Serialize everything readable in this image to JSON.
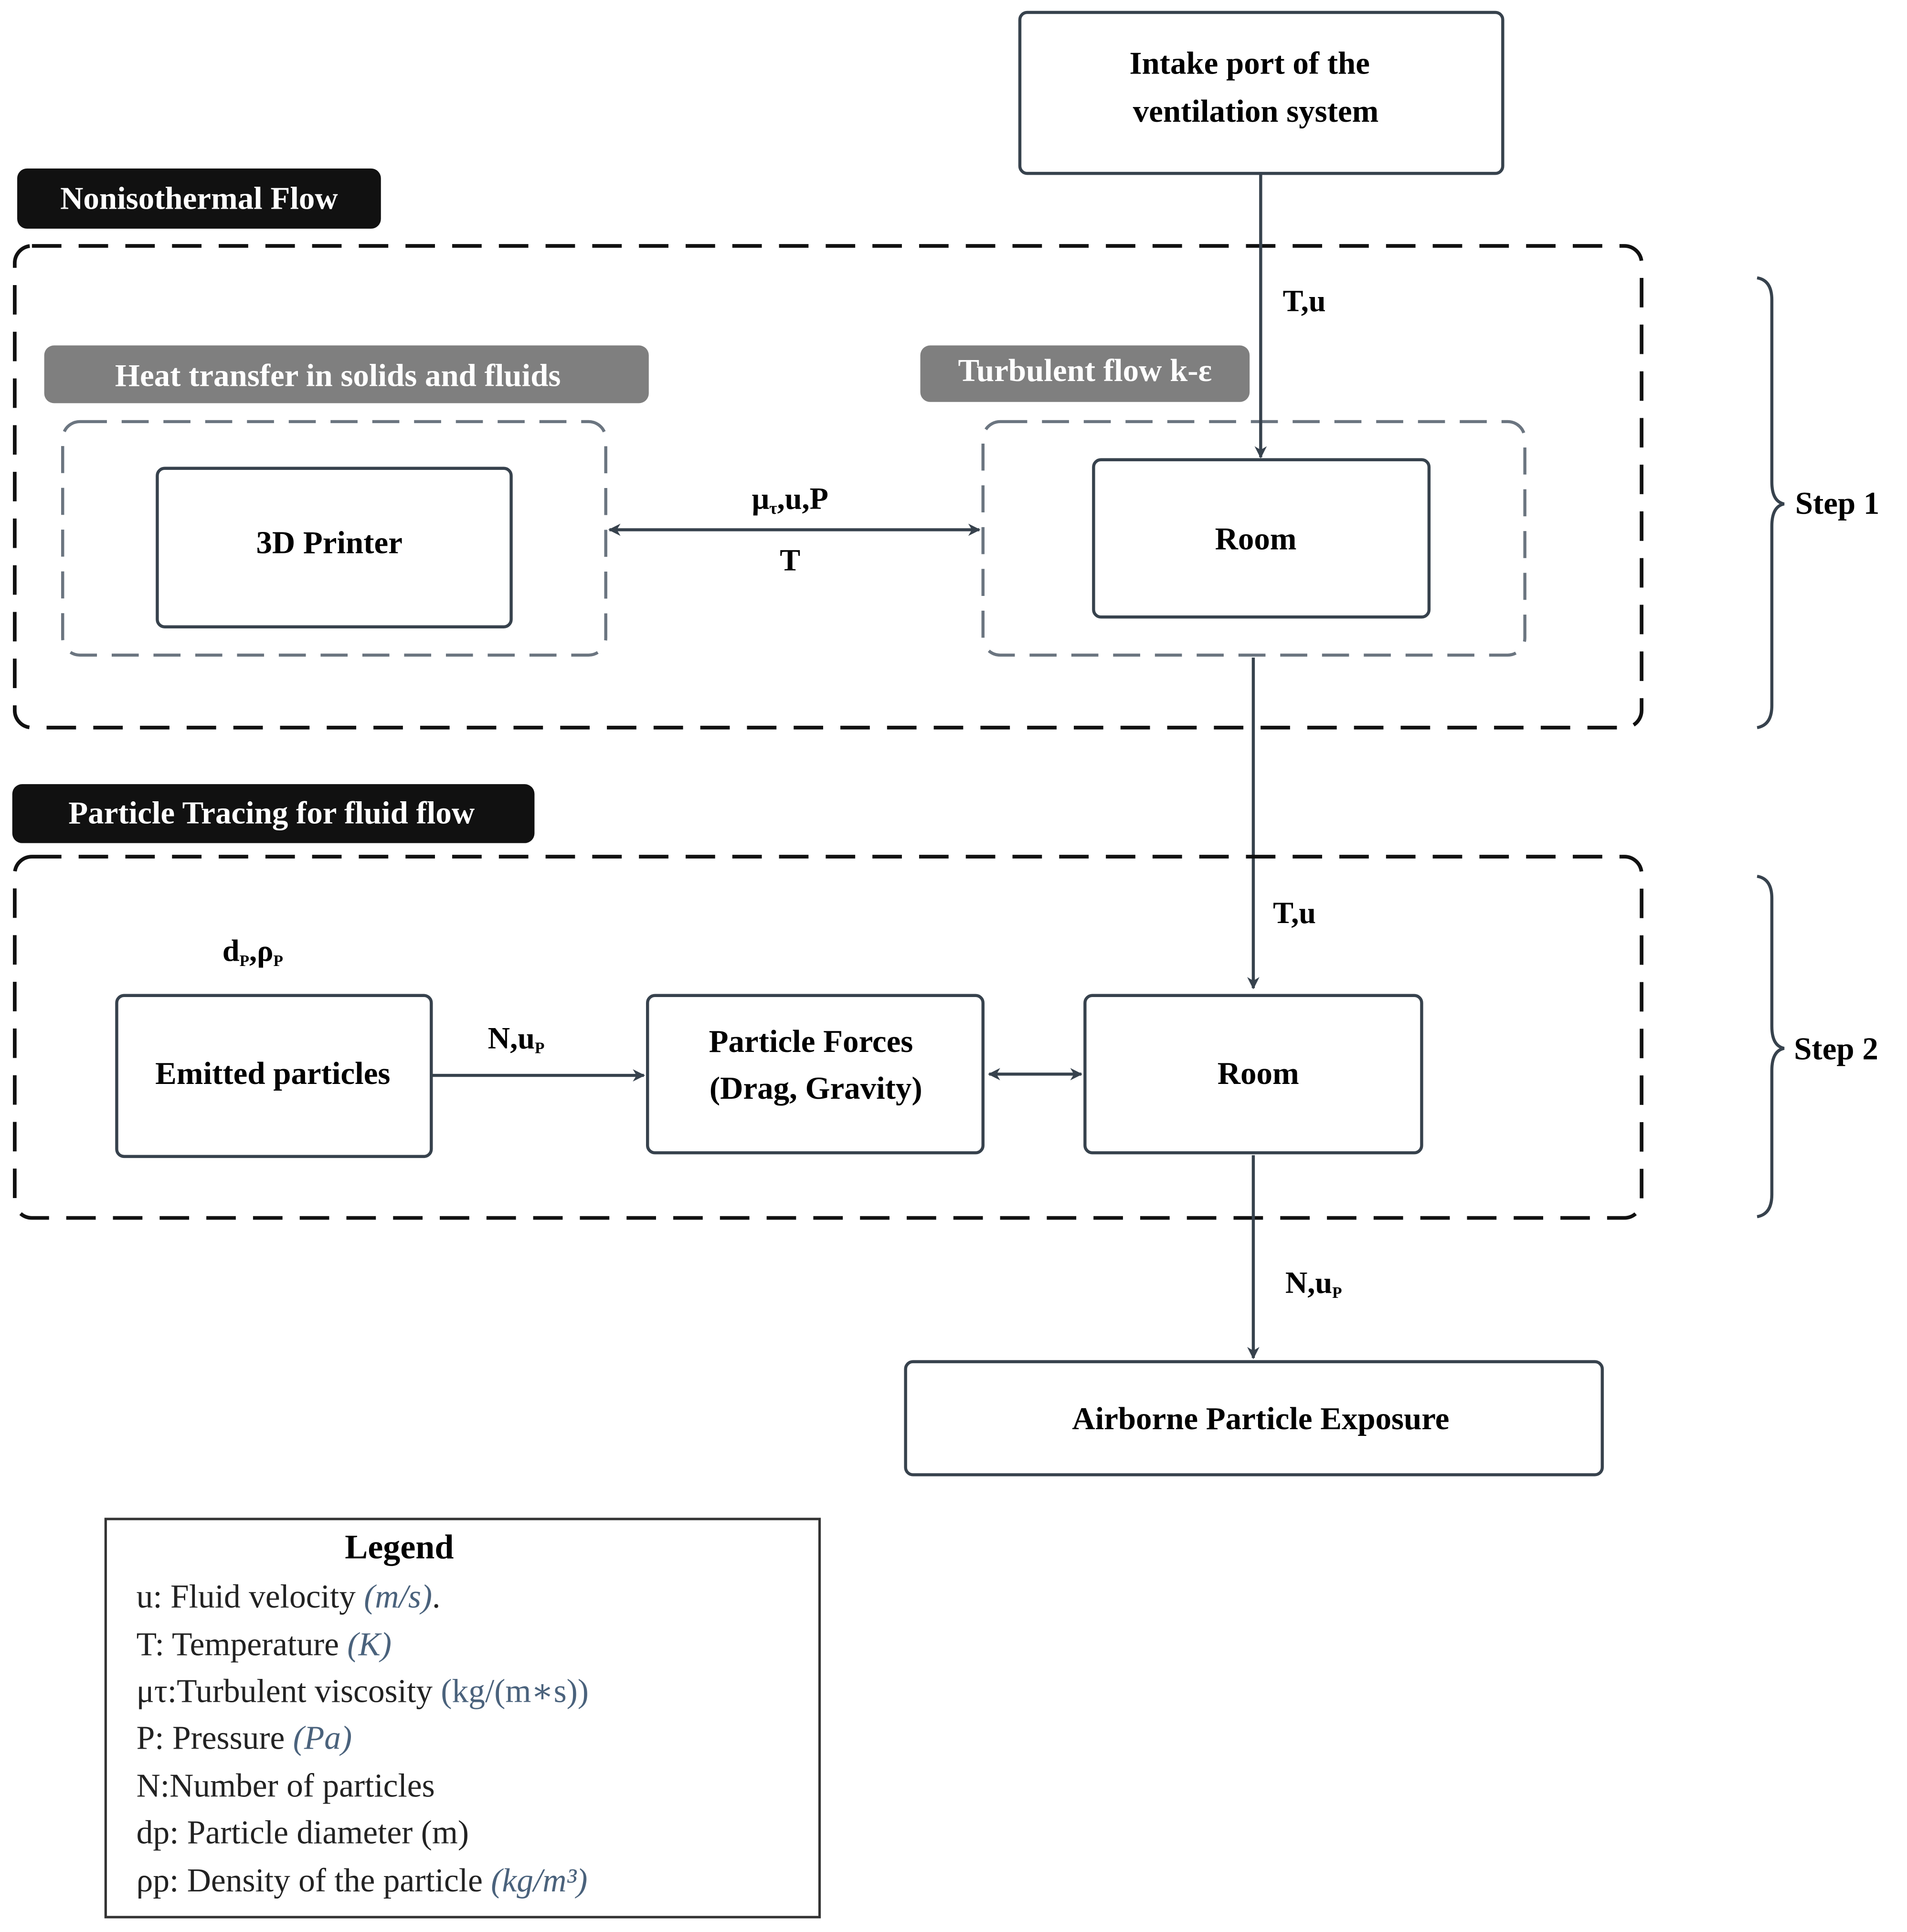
{
  "boxes": {
    "intake": [
      "Intake port of the",
      "ventilation system"
    ],
    "printer": "3D Printer",
    "room1": "Room",
    "emitted": "Emitted particles",
    "forces": [
      "Particle Forces",
      "(Drag, Gravity)"
    ],
    "room2": "Room",
    "exposure": "Airborne Particle Exposure"
  },
  "sections": {
    "nonisothermal": "Nonisothermal Flow",
    "particle_tracing": "Particle Tracing for fluid flow",
    "heat_transfer": "Heat transfer in solids and fluids",
    "turbulent": "Turbulent flow k-ε"
  },
  "steps": {
    "step1": "Step 1",
    "step2": "Step 2"
  },
  "arrow_labels": {
    "intake_room": "T,u",
    "coupling_top": {
      "a": "μ",
      "a_sub": "τ",
      "b": ",u,P"
    },
    "coupling_bottom": "T",
    "room_room2": "T,u",
    "emitted_params": {
      "a": "d",
      "a_sub": "P",
      "b": ",ρ",
      "b_sub": "P"
    },
    "emitted_forces": {
      "a": "N,u",
      "a_sub": "P"
    },
    "room_exposure": {
      "a": "N,u",
      "a_sub": "P"
    }
  },
  "legend": {
    "title": "Legend",
    "items": [
      {
        "term": "u: Fluid velocity ",
        "unit": "(m/s)",
        "tail": "."
      },
      {
        "term": "T: Temperature  ",
        "unit": "(K)",
        "tail": ""
      },
      {
        "term": "μτ:Turbulent viscosity  ",
        "unit": "(kg/(m∗s))",
        "tail": ""
      },
      {
        "term": "P: Pressure ",
        "unit": "(Pa)",
        "tail": ""
      },
      {
        "term": "N:Number of particles",
        "unit": "",
        "tail": ""
      },
      {
        "term": "dp: Particle diameter  ",
        "unit": "(m)",
        "tail": ""
      },
      {
        "term": "ρp: Density of the particle ",
        "unit": "(kg/m³)",
        "tail": ""
      }
    ]
  },
  "colors": {
    "box_stroke": "#37424d",
    "label_dark": "#111111",
    "label_gray": "#7f7f7f",
    "unit_text": "#4a627c"
  }
}
